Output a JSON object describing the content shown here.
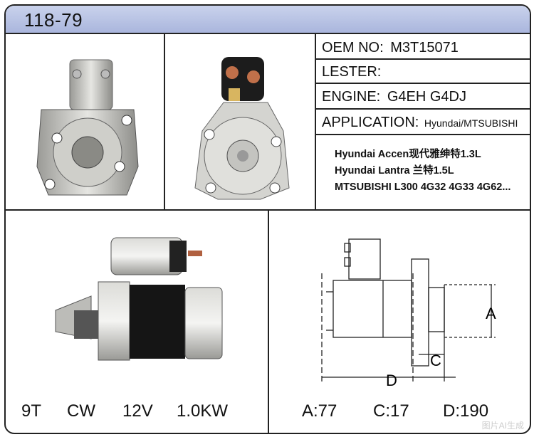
{
  "title": "118-79",
  "info": {
    "oem_label": "OEM NO:",
    "oem_value": "M3T15071",
    "lester_label": "LESTER:",
    "lester_value": "",
    "engine_label": "ENGINE:",
    "engine_value": "G4EH G4DJ",
    "application_label": "APPLICATION:",
    "application_value": "Hyundai/MTSUBISHI"
  },
  "applications": [
    "Hyundai Accen现代雅绅特1.3L",
    "Hyundai Lantra 兰特1.5L",
    "MTSUBISHI L300 4G32 4G33 4G62..."
  ],
  "specs": {
    "teeth": "9T",
    "rotation": "CW",
    "voltage": "12V",
    "power": "1.0KW"
  },
  "dimensions": {
    "a": "A:77",
    "c": "C:17",
    "d": "D:190"
  },
  "drawing_labels": {
    "a": "A",
    "c": "C",
    "d": "D"
  },
  "watermark": "图片AI生成",
  "colors": {
    "header": "#b4bfe3",
    "border": "#222222"
  }
}
